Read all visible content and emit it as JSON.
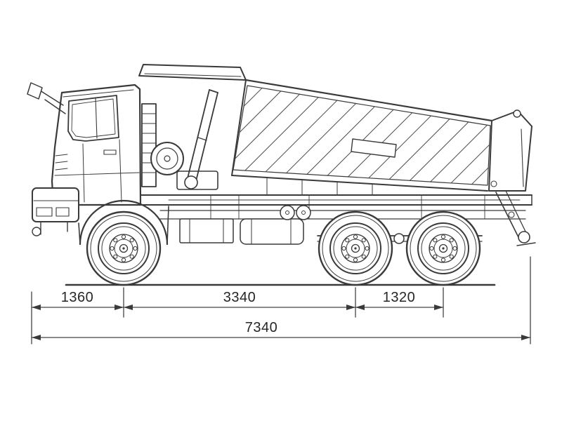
{
  "diagram": {
    "dimension_labels": {
      "front_overhang": "1360",
      "wheelbase": "3340",
      "rear_bogie": "1320",
      "overall_length": "7340"
    },
    "colors": {
      "line": "#3a3a3a",
      "label": "#262626",
      "background": "#ffffff"
    }
  }
}
